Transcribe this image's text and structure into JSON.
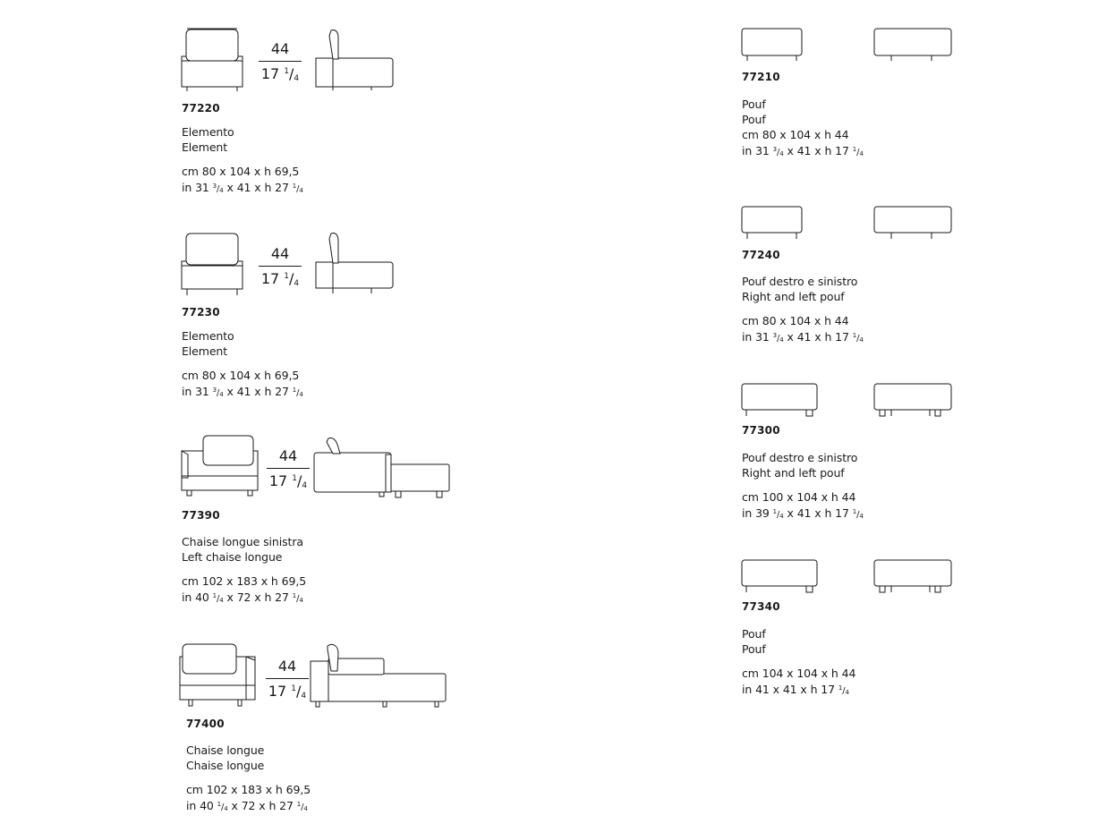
{
  "items": [
    {
      "code": "77220",
      "name_it": "Elemento",
      "name_en": "Element",
      "dim_cm": "cm 80 x 104 x h 69,5",
      "dim_in": [
        "in 31 ",
        "3",
        "4",
        " x 41 x h 27 ",
        "1",
        "4"
      ],
      "seat": [
        "44",
        "17 ",
        "1",
        "4"
      ]
    },
    {
      "code": "77230",
      "name_it": "Elemento",
      "name_en": "Element",
      "dim_cm": "cm 80 x 104 x h 69,5",
      "dim_in": [
        "in 31 ",
        "3",
        "4",
        " x 41 x h 27 ",
        "1",
        "4"
      ],
      "seat": [
        "44",
        "17 ",
        "1",
        "4"
      ]
    },
    {
      "code": "77390",
      "name_it": "Chaise longue sinistra",
      "name_en": "Left chaise longue",
      "dim_cm": "cm 102 x 183 x h 69,5",
      "dim_in": [
        "in 40 ",
        "1",
        "4",
        " x 72 x h 27 ",
        "1",
        "4"
      ],
      "seat": [
        "44",
        "17 ",
        "1",
        "4"
      ]
    },
    {
      "code": "77400",
      "name_it": "Chaise longue",
      "name_en": "Chaise longue",
      "dim_cm": "cm 102 x 183 x h 69,5",
      "dim_in": [
        "in 40 ",
        "1",
        "4",
        " x 72 x h 27 ",
        "1",
        "4"
      ],
      "seat": [
        "44",
        "17 ",
        "1",
        "4"
      ]
    },
    {
      "code": "77210",
      "name_it": "Pouf",
      "name_en": "Pouf",
      "dim_cm": "cm 80 x 104 x h 44",
      "dim_in": [
        "in 31 ",
        "3",
        "4",
        " x 41 x h 17 ",
        "1",
        "4"
      ]
    },
    {
      "code": "77240",
      "name_it": "Pouf destro e sinistro",
      "name_en": "Right and left pouf",
      "dim_cm": "cm 80 x 104 x h 44",
      "dim_in": [
        "in 31 ",
        "3",
        "4",
        " x 41 x h 17 ",
        "1",
        "4"
      ]
    },
    {
      "code": "77300",
      "name_it": "Pouf destro e sinistro",
      "name_en": "Right and left pouf",
      "dim_cm": "cm 100 x 104 x h 44",
      "dim_in": [
        "in 39 ",
        "1",
        "4",
        " x 41 x h 17 ",
        "1",
        "4"
      ]
    },
    {
      "code": "77340",
      "name_it": "Pouf",
      "name_en": "Pouf",
      "dim_cm": "cm 104 x 104 x h 44",
      "dim_in": [
        "in 41 x 41 x h 17 ",
        "1",
        "4",
        "",
        "",
        ""
      ]
    }
  ]
}
